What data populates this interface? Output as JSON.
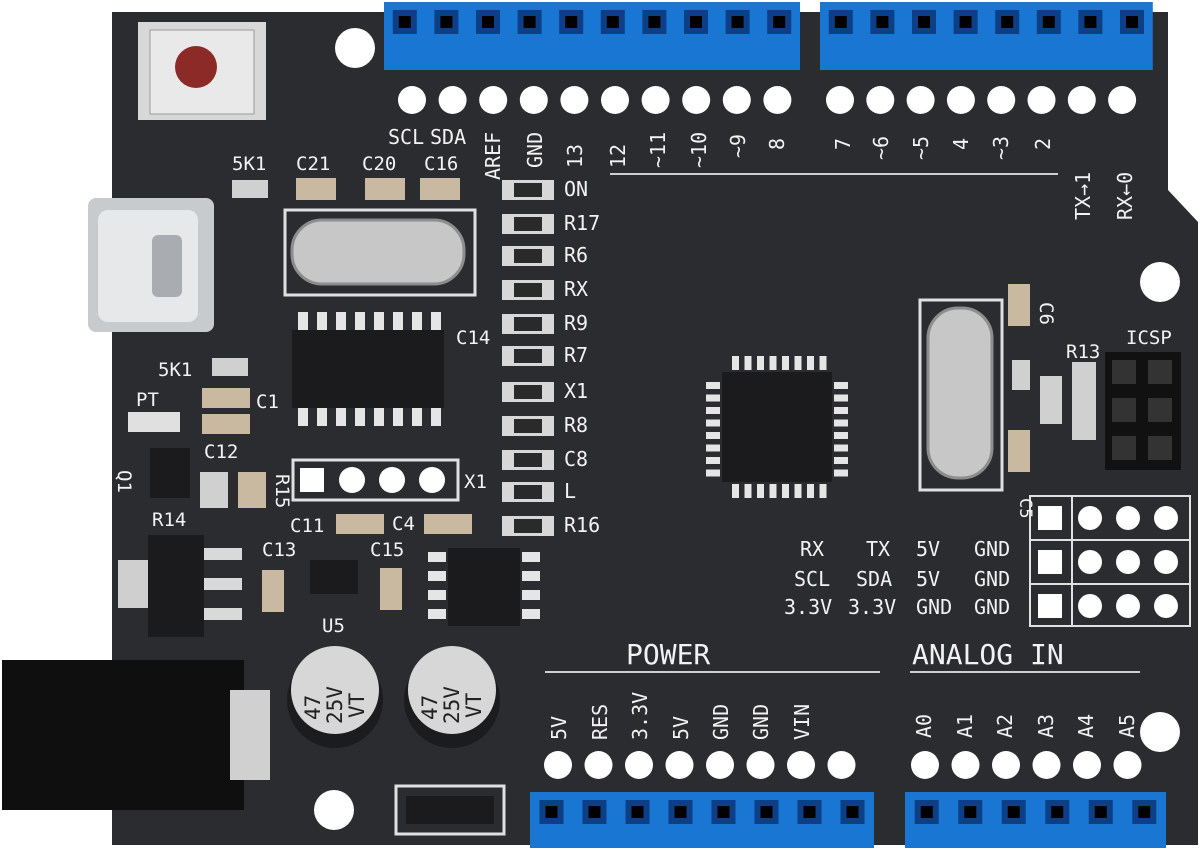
{
  "colors": {
    "board": "#2b2c2f",
    "silk": "#f2f2f2",
    "header": "#1976d2",
    "header_dark": "#0d3f86",
    "chip": "#1b1b1d",
    "pad": "#d9d9d9",
    "usb": "#bfc2c5",
    "reset_cap": "#8c2a28",
    "barrel": "#0f0f10"
  },
  "board": {
    "top_labels": {
      "scl": "SCL",
      "sda": "SDA",
      "aref": "AREF",
      "gnd": "GND",
      "d13": "13",
      "d12": "12",
      "d11": "~11",
      "d10": "~10",
      "d9": "~9",
      "d8": "8",
      "d7": "7",
      "d6": "~6",
      "d5": "~5",
      "d4": "4",
      "d3": "~3",
      "d2": "2",
      "tx": "TX→1",
      "rx": "RX←0"
    },
    "components": {
      "r5k1_top": "5K1",
      "c21": "C21",
      "c20": "C20",
      "c16": "C16",
      "on": "ON",
      "r17": "R17",
      "r6": "R6",
      "rx_led": "RX",
      "r9": "R9",
      "r7": "R7",
      "tx_led": "X1",
      "r8": "R8",
      "c8": "C8",
      "l": "L",
      "r16": "R16",
      "c14": "C14",
      "r5k1_left": "5K1",
      "pt": "PT",
      "c1": "C1",
      "c12": "C12",
      "q1": "Q1",
      "r15": "R15",
      "r14": "R14",
      "x1_header": "X1",
      "c11": "C11",
      "c4": "C4",
      "c13": "C13",
      "c15": "C15",
      "u5": "U5",
      "r13": "R13",
      "icsp": "ICSP",
      "c6": "C6",
      "c5": "C5"
    },
    "capacitors": {
      "line1": "47",
      "line2": "25V",
      "line3": "VT"
    },
    "io_block": {
      "row1": [
        "RX",
        "TX",
        "5V",
        "GND"
      ],
      "row2": [
        "SCL",
        "SDA",
        "5V",
        "GND"
      ],
      "row3": [
        "3.3V",
        "3.3V",
        "GND",
        "GND"
      ]
    },
    "power_title": "POWER",
    "power_pins": [
      "5V",
      "RES",
      "3.3V",
      "5V",
      "GND",
      "GND",
      "VIN"
    ],
    "analog_title": "ANALOG IN",
    "analog_pins": [
      "A0",
      "A1",
      "A2",
      "A3",
      "A4",
      "A5"
    ]
  }
}
